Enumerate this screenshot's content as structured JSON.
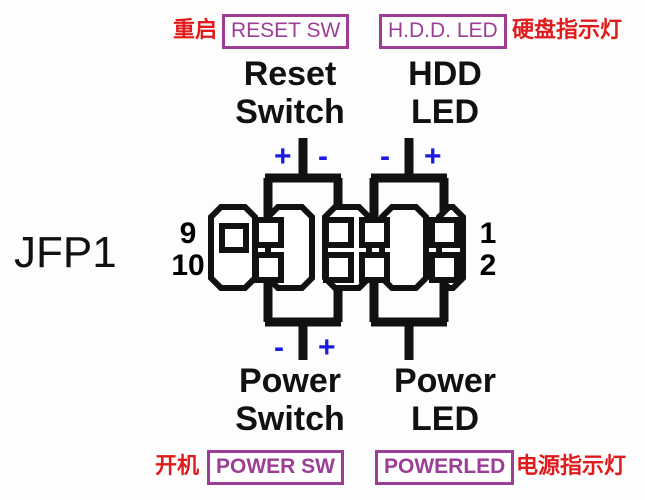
{
  "diagram": {
    "title": "JFP1",
    "background_color": "#fdfdfd",
    "wire_color": "#111111",
    "tag_color": "#9c3e96",
    "annotation_color": "#e01b1b",
    "polarity_color": "#1a1ae0"
  },
  "tags": {
    "reset_sw": "RESET SW",
    "hdd_led": "H.D.D. LED",
    "power_sw": "POWER SW",
    "power_led": "POWERLED"
  },
  "annotations": {
    "reset_cn": "重启",
    "hdd_cn": "硬盘指示灯",
    "power_sw_cn": "开机",
    "power_led_cn": "电源指示灯"
  },
  "headings": {
    "reset_line1": "Reset",
    "reset_line2": "Switch",
    "hdd_line1": "HDD",
    "hdd_line2": "LED",
    "power_sw_line1": "Power",
    "power_sw_line2": "Switch",
    "power_led_line1": "Power",
    "power_led_line2": "LED"
  },
  "pins": {
    "left_top": "9",
    "left_bottom": "10",
    "right_top": "1",
    "right_bottom": "2"
  },
  "polarity": {
    "reset_plus": "+",
    "reset_minus": "-",
    "hdd_minus": "-",
    "hdd_plus": "+",
    "power_sw_minus": "-",
    "power_sw_plus": "+"
  }
}
